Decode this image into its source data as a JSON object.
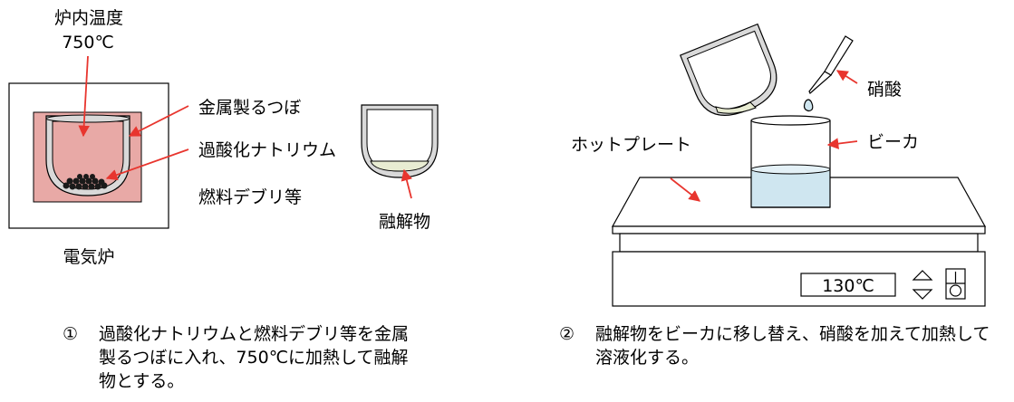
{
  "left": {
    "furnace_temp_title": "炉内温度",
    "furnace_temp_value": "750℃",
    "label_crucible": "金属製るつぼ",
    "label_sodium_peroxide": "過酸化ナトリウム",
    "label_fuel_debris": "燃料デブリ等",
    "label_electric_furnace": "電気炉",
    "label_melt": "融解物"
  },
  "right": {
    "label_nitric_acid": "硝酸",
    "label_beaker": "ビーカ",
    "label_hot_plate": "ホットプレート",
    "display_temp": "130℃"
  },
  "captions": {
    "step1_num": "①",
    "step1_text": "過酸化ナトリウムと燃料デブリ等を金属製るつぼに入れ、750℃に加熱して融解物とする。",
    "step2_num": "②",
    "step2_text": "融解物をビーカに移し替え、硝酸を加えて加熱して溶液化する。"
  },
  "colors": {
    "furnace_interior": "#e8a9a6",
    "arrow": "#e8352e",
    "melt": "#e8ecd2",
    "solution": "#cfe6f0",
    "debris": "#1a1a1a"
  }
}
